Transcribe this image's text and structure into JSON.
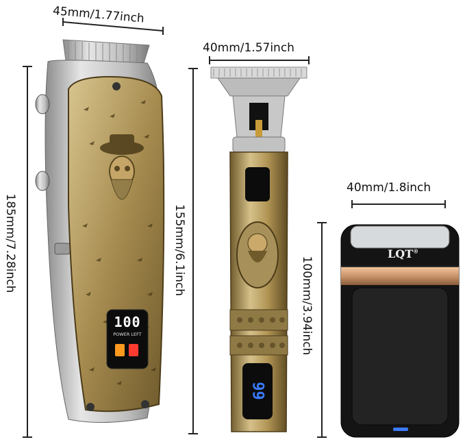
{
  "dimensions": {
    "clipper_width": "45mm/1.77inch",
    "clipper_height": "185mm/7.28inch",
    "trimmer_width": "40mm/1.57inch",
    "trimmer_height": "155mm/6.1inch",
    "shaver_width": "40mm/1.8inch",
    "shaver_height": "100mm/3.94inch"
  },
  "clipper": {
    "display_value": "100",
    "display_caption": "POWER LEFT"
  },
  "trimmer": {
    "display_value": "99"
  },
  "shaver": {
    "brand": "LQT",
    "brand_mark": "®"
  },
  "colors": {
    "gold": "#b49a5a",
    "silver": "#c9c9c9",
    "shaver_body": "#141414",
    "copper_band": "#c9956b",
    "lcd_red": "#ff3b30",
    "lcd_blue": "#3a7bff"
  }
}
